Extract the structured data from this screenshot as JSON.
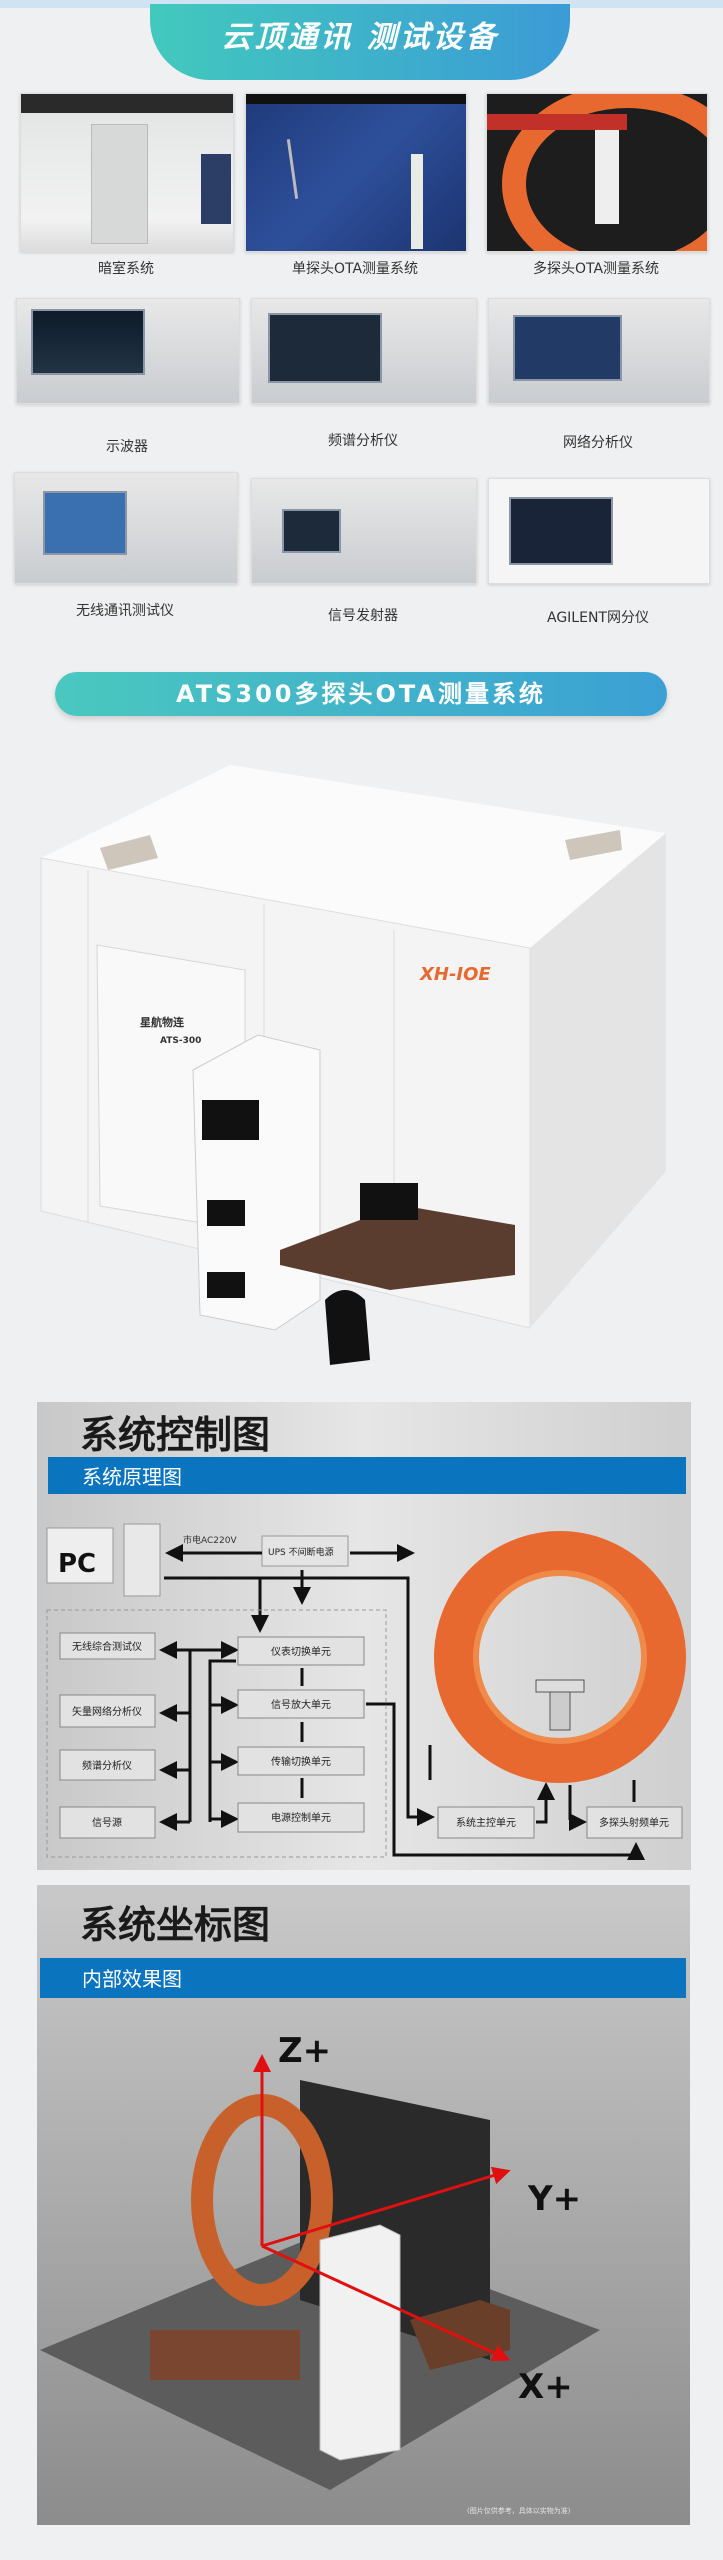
{
  "header": {
    "title": "云顶通讯 测试设备"
  },
  "equipment": [
    {
      "label": "暗室系统"
    },
    {
      "label": "单探头OTA测量系统"
    },
    {
      "label": "多探头OTA测量系统"
    },
    {
      "label": "示波器"
    },
    {
      "label": "频谱分析仪"
    },
    {
      "label": "网络分析仪"
    },
    {
      "label": "无线通讯测试仪"
    },
    {
      "label": "信号发射器"
    },
    {
      "label": "AGILENT网分仪"
    }
  ],
  "ats_banner": {
    "title": "ATS300多探头OTA测量系统"
  },
  "chamber": {
    "brand_cn": "星航物连",
    "model": "ATS-300",
    "brand_logo": "XH-IOE"
  },
  "control_diagram": {
    "title": "系统控制图",
    "subtitle": "系统原理图",
    "pc": "PC",
    "mains": "市电AC220V",
    "ups": "UPS 不间断电源",
    "instruments": [
      "无线综合测试仪",
      "矢量网络分析仪",
      "频谱分析仪",
      "信号源"
    ],
    "units": [
      "仪表切换单元",
      "信号放大单元",
      "传输切换单元",
      "电源控制单元"
    ],
    "main_control": "系统主控单元",
    "rf_unit": "多探头射频单元"
  },
  "coordinate_diagram": {
    "title": "系统坐标图",
    "subtitle": "内部效果图",
    "axes": [
      "Z+",
      "Y+",
      "X+"
    ],
    "caption": "(图片仅供参考，具体以实物为准)"
  },
  "colors": {
    "teal": "#42c9bd",
    "blue": "#0a74bf",
    "orange": "#e8692f"
  }
}
